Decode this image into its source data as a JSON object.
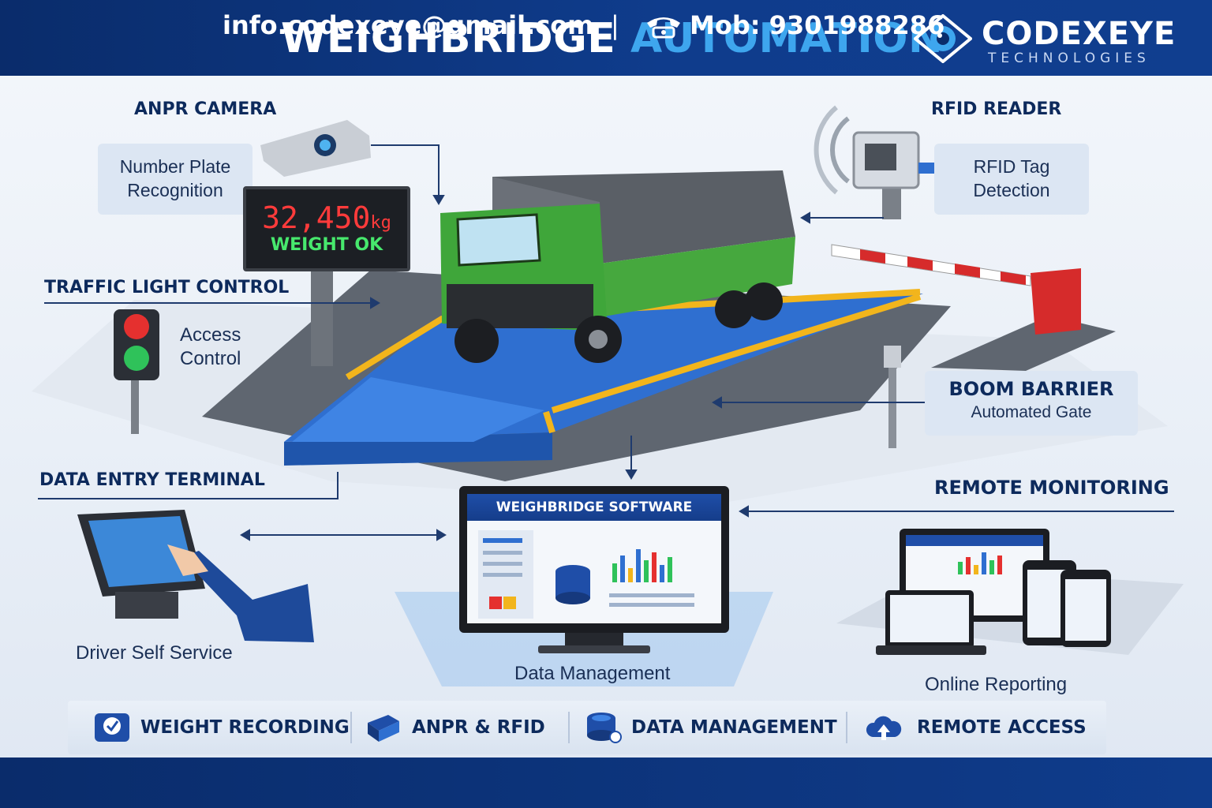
{
  "header": {
    "title_main": "WEIGHBRIDGE",
    "title_accent": "AUTOMATION",
    "logo_name": "CODEXEYE",
    "logo_sub": "TECHNOLOGIES"
  },
  "anpr": {
    "heading": "ANPR CAMERA",
    "card_line1": "Number Plate",
    "card_line2": "Recognition"
  },
  "display": {
    "weight": "32,450",
    "unit": "kg",
    "status": "WEIGHT OK"
  },
  "rfid": {
    "heading": "RFID READER",
    "card_line1": "RFID Tag",
    "card_line2": "Detection"
  },
  "traffic": {
    "heading": "TRAFFIC LIGHT CONTROL",
    "text_line1": "Access",
    "text_line2": "Control"
  },
  "boom": {
    "heading": "BOOM BARRIER",
    "subtext": "Automated Gate"
  },
  "terminal": {
    "heading": "DATA ENTRY TERMINAL",
    "caption": "Driver Self Service"
  },
  "software": {
    "screen_title": "WEIGHBRIDGE SOFTWARE",
    "caption": "Data Management"
  },
  "remote": {
    "heading": "REMOTE MONITORING",
    "caption": "Online Reporting"
  },
  "features": [
    {
      "label": "WEIGHT RECORDING",
      "icon": "scale-icon"
    },
    {
      "label": "ANPR & RFID",
      "icon": "rfid-card-icon"
    },
    {
      "label": "DATA MANAGEMENT",
      "icon": "database-icon"
    },
    {
      "label": "REMOTE ACCESS",
      "icon": "cloud-upload-icon"
    }
  ],
  "footer": {
    "email": "info.codexeye@gmail.com",
    "separator": "|",
    "phone": "Mob: 9301988286"
  },
  "colors": {
    "header_bg": "#0a2c6b",
    "accent_blue": "#3ea6ee",
    "truck_green": "#3fa63a",
    "platform_blue": "#2f6fd0",
    "barrier_red": "#d62b2b"
  }
}
